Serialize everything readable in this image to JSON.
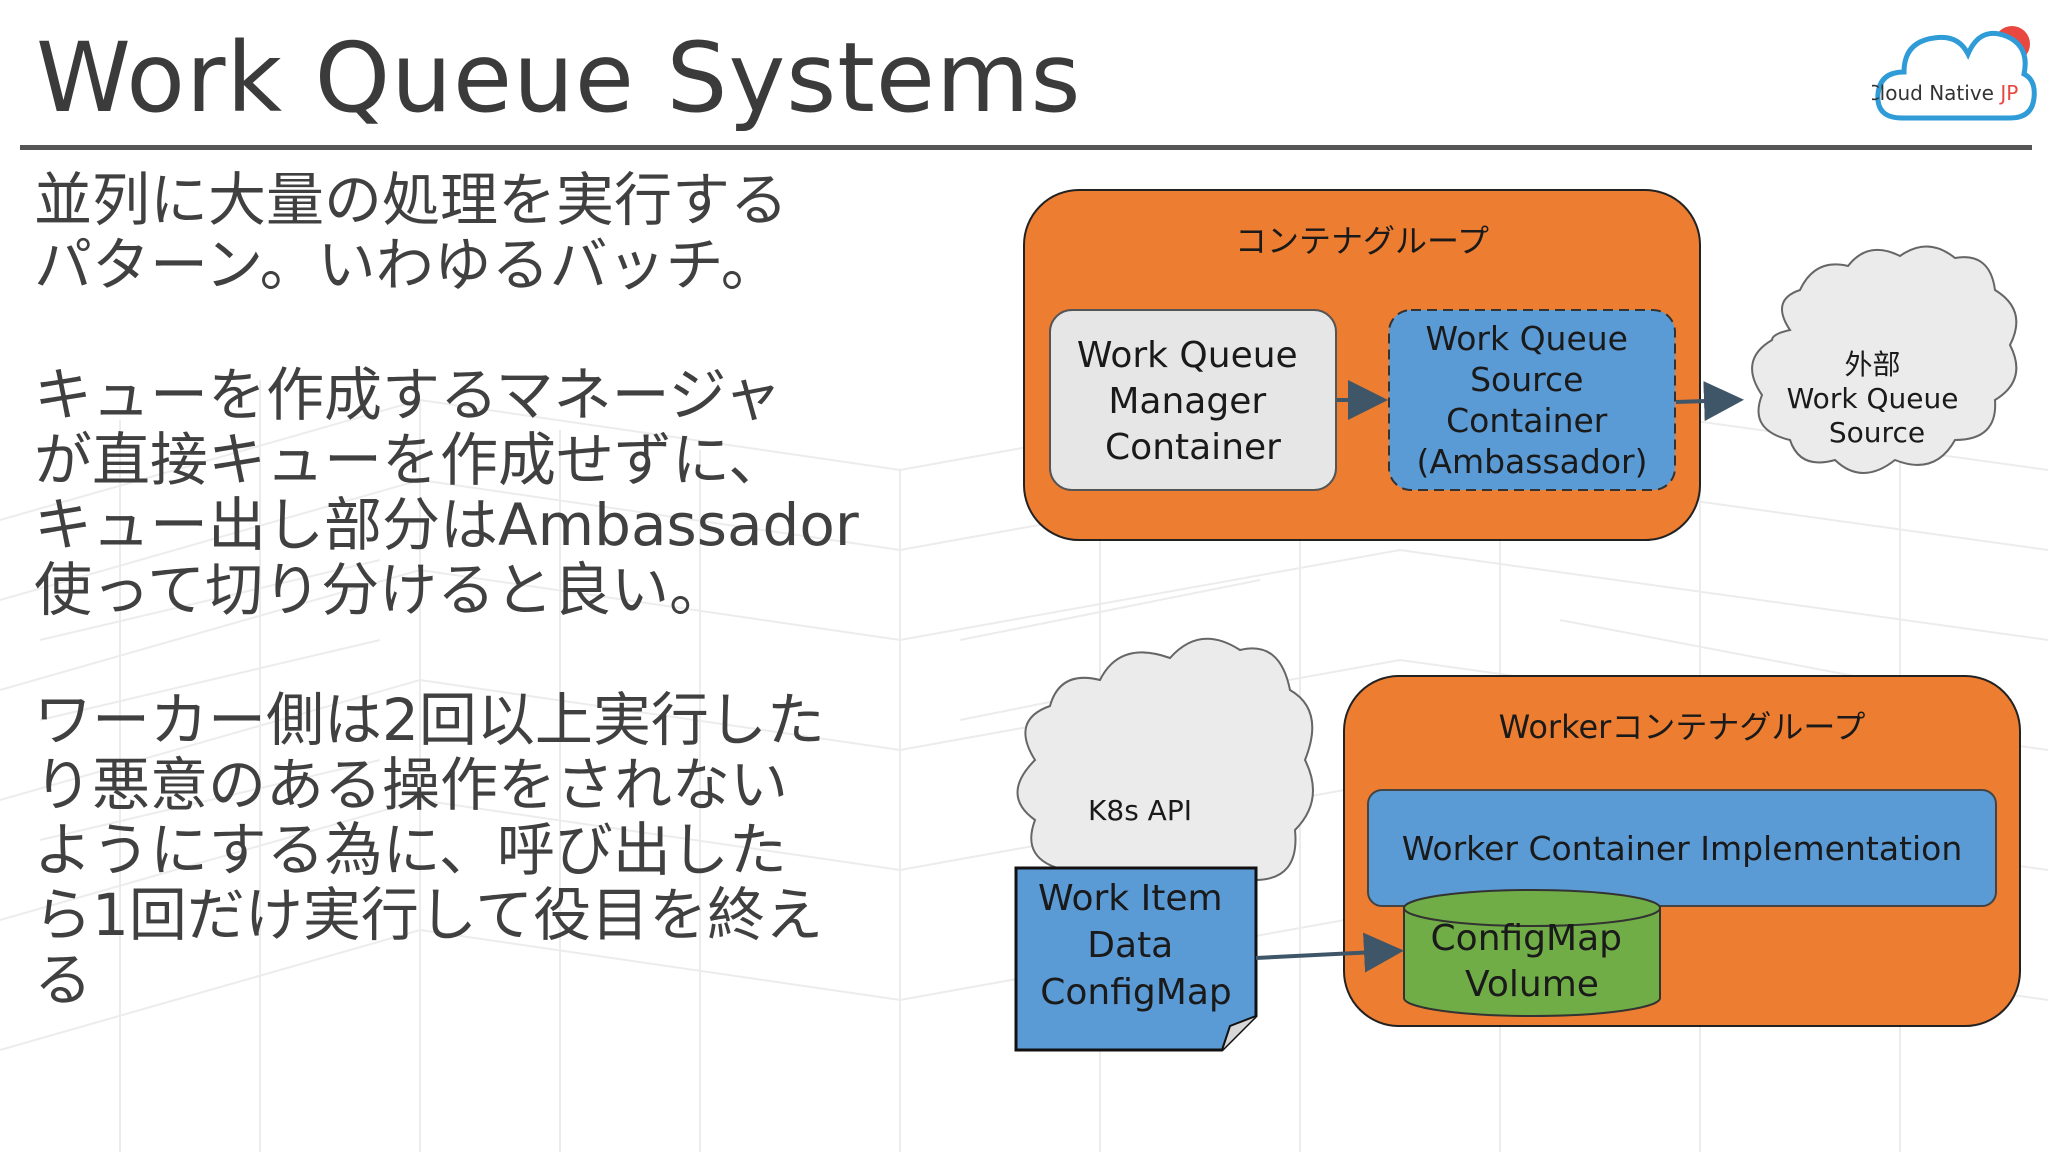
{
  "title": "Work Queue Systems",
  "logo": {
    "text_main": "Cloud Native",
    "text_accent": "JP"
  },
  "body": {
    "paragraph1": [
      "並列に大量の処理を実行する",
      "パターン。いわゆるバッチ。"
    ],
    "paragraph2": [
      "キューを作成するマネージャ",
      "が直接キューを作成せずに、",
      "キュー出し部分はAmbassador",
      "使って切り分けると良い。"
    ],
    "paragraph3": [
      "ワーカー側は2回以上実行した",
      "り悪意のある操作をされない",
      "ようにする為に、呼び出した",
      "ら1回だけ実行して役目を終え",
      "る"
    ]
  },
  "diagram": {
    "top_group": {
      "label": "コンテナグループ",
      "manager": [
        "Work Queue",
        "Manager",
        "Container"
      ],
      "source": [
        "Work Queue",
        "Source",
        "Container",
        "(Ambassador)"
      ]
    },
    "external": [
      "外部",
      "Work Queue",
      "Source"
    ],
    "k8s_api": "K8s API",
    "work_item": [
      "Work Item",
      "Data",
      "ConfigMap"
    ],
    "worker_group": {
      "label": "Workerコンテナグループ",
      "impl": "Worker Container Implementation",
      "volume": [
        "ConfigMap",
        "Volume"
      ]
    },
    "colors": {
      "orange": "#ed7d31",
      "blue": "#5b9bd5",
      "gray_box": "#e6e6e6",
      "green": "#70ad47",
      "cloud": "#ebebeb",
      "arrow": "#3f5568"
    }
  }
}
